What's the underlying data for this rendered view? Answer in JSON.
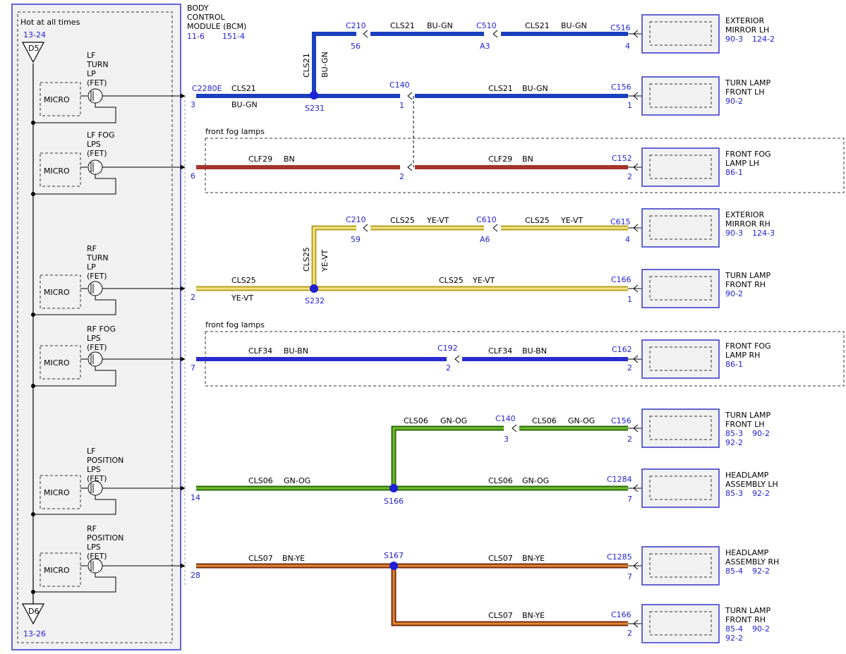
{
  "colors": {
    "bu_gn": "#1a3fc0",
    "bu_bn": "#2a2ad0",
    "bn": "#a3342a",
    "ye_vt": "#e8d858",
    "ye_vt_edge": "#b8a020",
    "gn_og": "#4e9a1e",
    "gn_og_edge": "#2e6a0e",
    "bn_ye": "#c0561a",
    "bn_ye_edge": "#7a2a10",
    "ref_blue": "#1f1fd6",
    "panel_fill": "#f1f1f1",
    "frame_blue": "#3333cc"
  },
  "bcm": {
    "hot_label": "Hot at all times",
    "title_line1": "BODY",
    "title_line2": "CONTROL",
    "title_line3": "MODULE (BCM)",
    "ref1": "11-6",
    "ref2": "151-4",
    "d5_label": "D5",
    "d5_ref": "13-24",
    "d6_label": "D6",
    "d6_ref": "13-26",
    "micro": "MICRO",
    "drivers": [
      {
        "l1": "LF",
        "l2": "TURN",
        "l3": "LP",
        "l4": "(FET)"
      },
      {
        "l1": "LF FOG",
        "l2": "LPS",
        "l3": "(FET)",
        "l4": ""
      },
      {
        "l1": "RF",
        "l2": "TURN",
        "l3": "LP",
        "l4": "(FET)"
      },
      {
        "l1": "RF FOG",
        "l2": "LPS",
        "l3": "(FET)",
        "l4": ""
      },
      {
        "l1": "LF",
        "l2": "POSITION",
        "l3": "LPS",
        "l4": "(FET)"
      },
      {
        "l1": "RF",
        "l2": "POSITION",
        "l3": "LPS",
        "l4": "(FET)"
      }
    ]
  },
  "connectors": {
    "c2280e": "C2280E",
    "c2280e_pins": [
      "3",
      "6",
      "2",
      "7",
      "14",
      "28"
    ],
    "c210": "C210",
    "c510": "C510",
    "c516": "C516",
    "c140": "C140",
    "c156": "C156",
    "c152": "C152",
    "c610": "C610",
    "c615": "C615",
    "c166": "C166",
    "c192": "C192",
    "c162": "C162",
    "c1284": "C1284",
    "c1285": "C1285",
    "pin_56": "56",
    "pin_a3": "A3",
    "pin_4": "4",
    "pin_1": "1",
    "pin_2": "2",
    "pin_59": "59",
    "pin_a6": "A6",
    "pin_3": "3",
    "pin_7": "7"
  },
  "splices": {
    "s231": "S231",
    "s232": "S232",
    "s166": "S166",
    "s167": "S167"
  },
  "circuits": {
    "cls21": "CLS21",
    "bu_gn": "BU-GN",
    "clf29": "CLF29",
    "bn": "BN",
    "cls25": "CLS25",
    "ye_vt": "YE-VT",
    "clf34": "CLF34",
    "bu_bn": "BU-BN",
    "cls06": "CLS06",
    "gn_og": "GN-OG",
    "cls07": "CLS07",
    "bn_ye": "BN-YE"
  },
  "fog_group_label": "front fog lamps",
  "components": [
    {
      "l1": "EXTERIOR",
      "l2": "MIRROR LH",
      "r1": "90-3",
      "r2": "124-2",
      "r3": ""
    },
    {
      "l1": "TURN LAMP",
      "l2": "FRONT LH",
      "r1": "90-2",
      "r2": "",
      "r3": ""
    },
    {
      "l1": "FRONT FOG",
      "l2": "LAMP LH",
      "r1": "86-1",
      "r2": "",
      "r3": ""
    },
    {
      "l1": "EXTERIOR",
      "l2": "MIRROR RH",
      "r1": "90-3",
      "r2": "124-3",
      "r3": ""
    },
    {
      "l1": "TURN LAMP",
      "l2": "FRONT RH",
      "r1": "90-2",
      "r2": "",
      "r3": ""
    },
    {
      "l1": "FRONT FOG",
      "l2": "LAMP RH",
      "r1": "86-1",
      "r2": "",
      "r3": ""
    },
    {
      "l1": "TURN LAMP",
      "l2": "FRONT LH",
      "r1": "85-3",
      "r2": "90-2",
      "r3": "92-2"
    },
    {
      "l1": "HEADLAMP",
      "l2": "ASSEMBLY LH",
      "r1": "85-3",
      "r2": "92-2",
      "r3": ""
    },
    {
      "l1": "HEADLAMP",
      "l2": "ASSEMBLY RH",
      "r1": "85-4",
      "r2": "92-2",
      "r3": ""
    },
    {
      "l1": "TURN LAMP",
      "l2": "FRONT RH",
      "r1": "85-4",
      "r2": "90-2",
      "r3": "92-2"
    }
  ]
}
